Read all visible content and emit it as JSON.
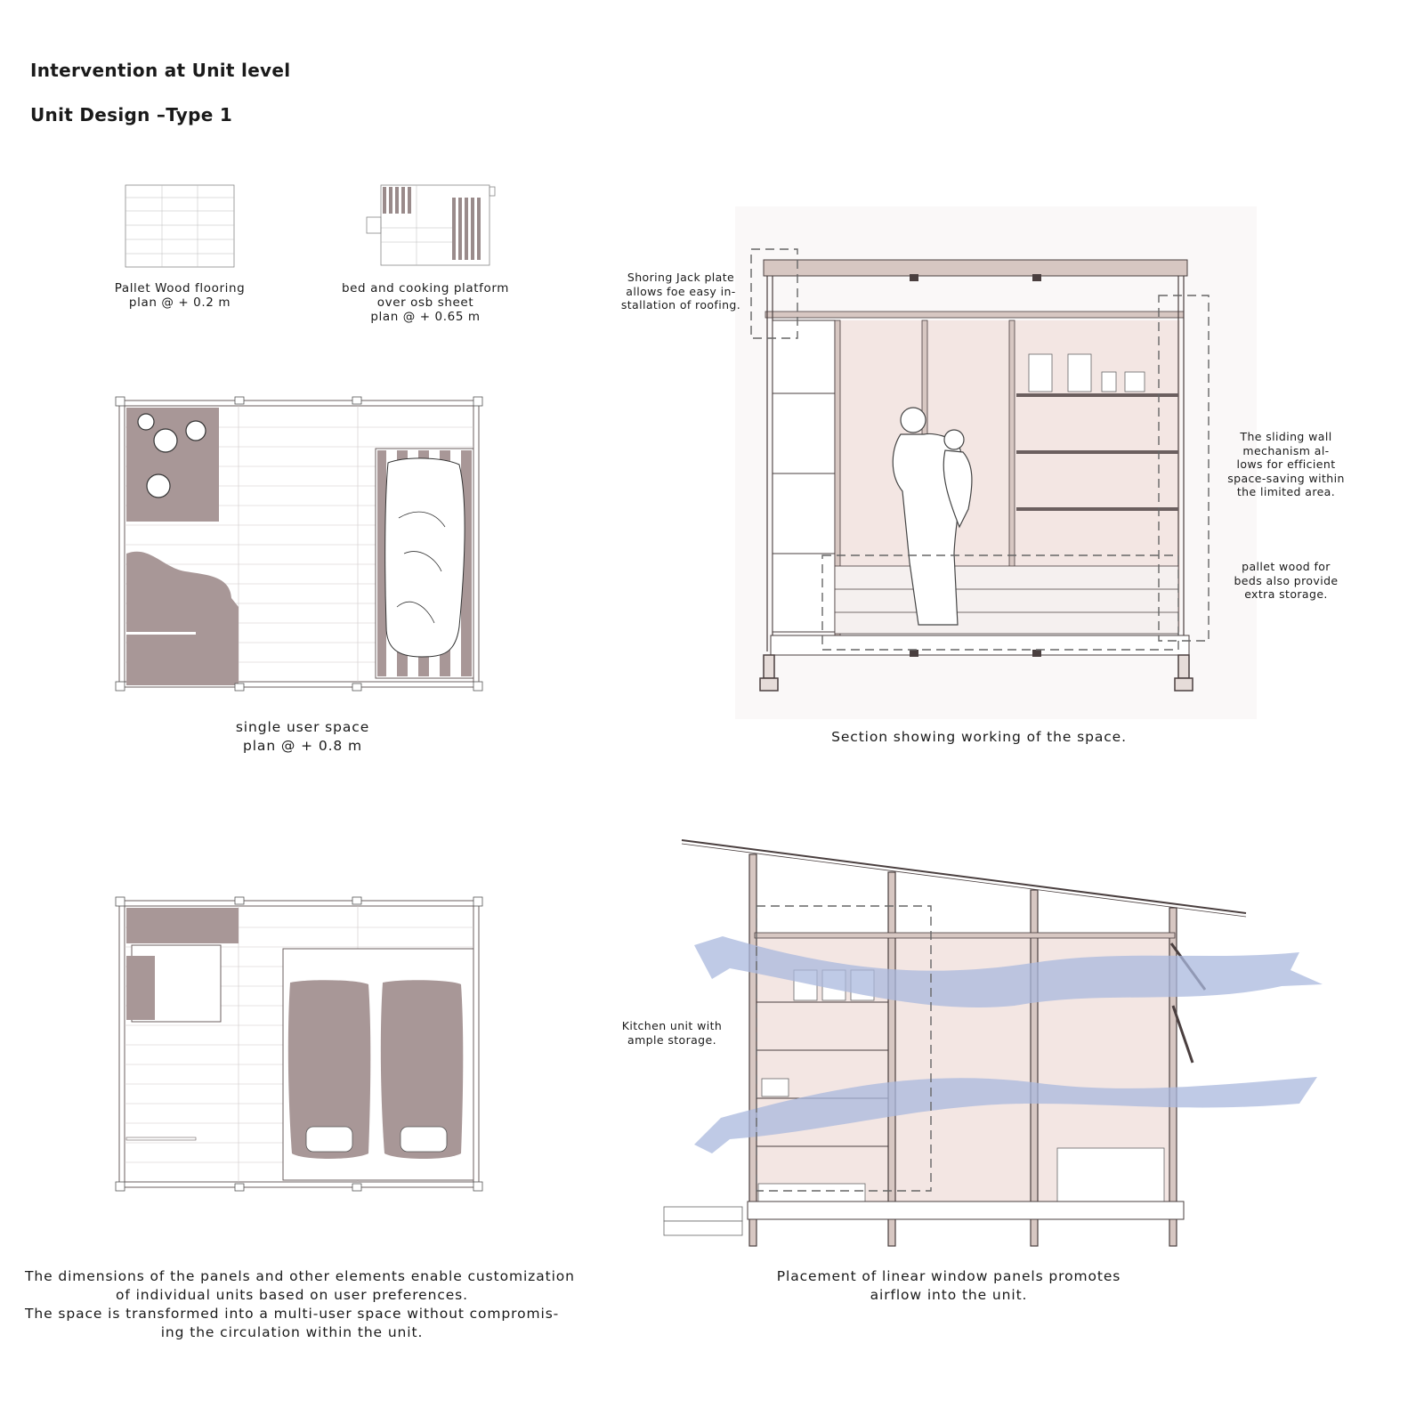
{
  "title": "Intervention at Unit level",
  "subtitle": "Unit Design –Type 1",
  "plans": {
    "pallet_floor": [
      "Pallet Wood flooring",
      "plan @ + 0.2 m"
    ],
    "platform": [
      "bed and cooking platform",
      "over osb sheet",
      "plan @ + 0.65 m"
    ],
    "single_user": [
      "single user space",
      "plan @ + 0.8 m"
    ],
    "multi_user": [
      "The dimensions of the panels and other elements enable customization",
      "of individual units based on user preferences.",
      "The space is transformed into a multi-user space without compromis-",
      "ing the circulation within the unit."
    ]
  },
  "section1": {
    "caption": "Section showing working of the space.",
    "note_jack": [
      "Shoring Jack plate",
      "allows foe easy in-",
      "stallation of roofing."
    ],
    "note_sliding": [
      "The sliding wall",
      "mechanism al-",
      "lows for efficient",
      "space-saving within",
      "the limited area."
    ],
    "note_pallet": [
      "pallet wood for",
      "beds also provide",
      "extra storage."
    ]
  },
  "section2": {
    "caption": [
      "Placement of linear window panels promotes",
      "airflow into the unit."
    ],
    "note_kitchen": [
      "Kitchen unit with",
      "ample storage."
    ]
  },
  "colors": {
    "mauve": "#a89797",
    "pink_wall": "#f3e6e3",
    "air_blue": "#a9b8de",
    "timber": "#d7c7c2",
    "line": "#4a3f3f"
  }
}
